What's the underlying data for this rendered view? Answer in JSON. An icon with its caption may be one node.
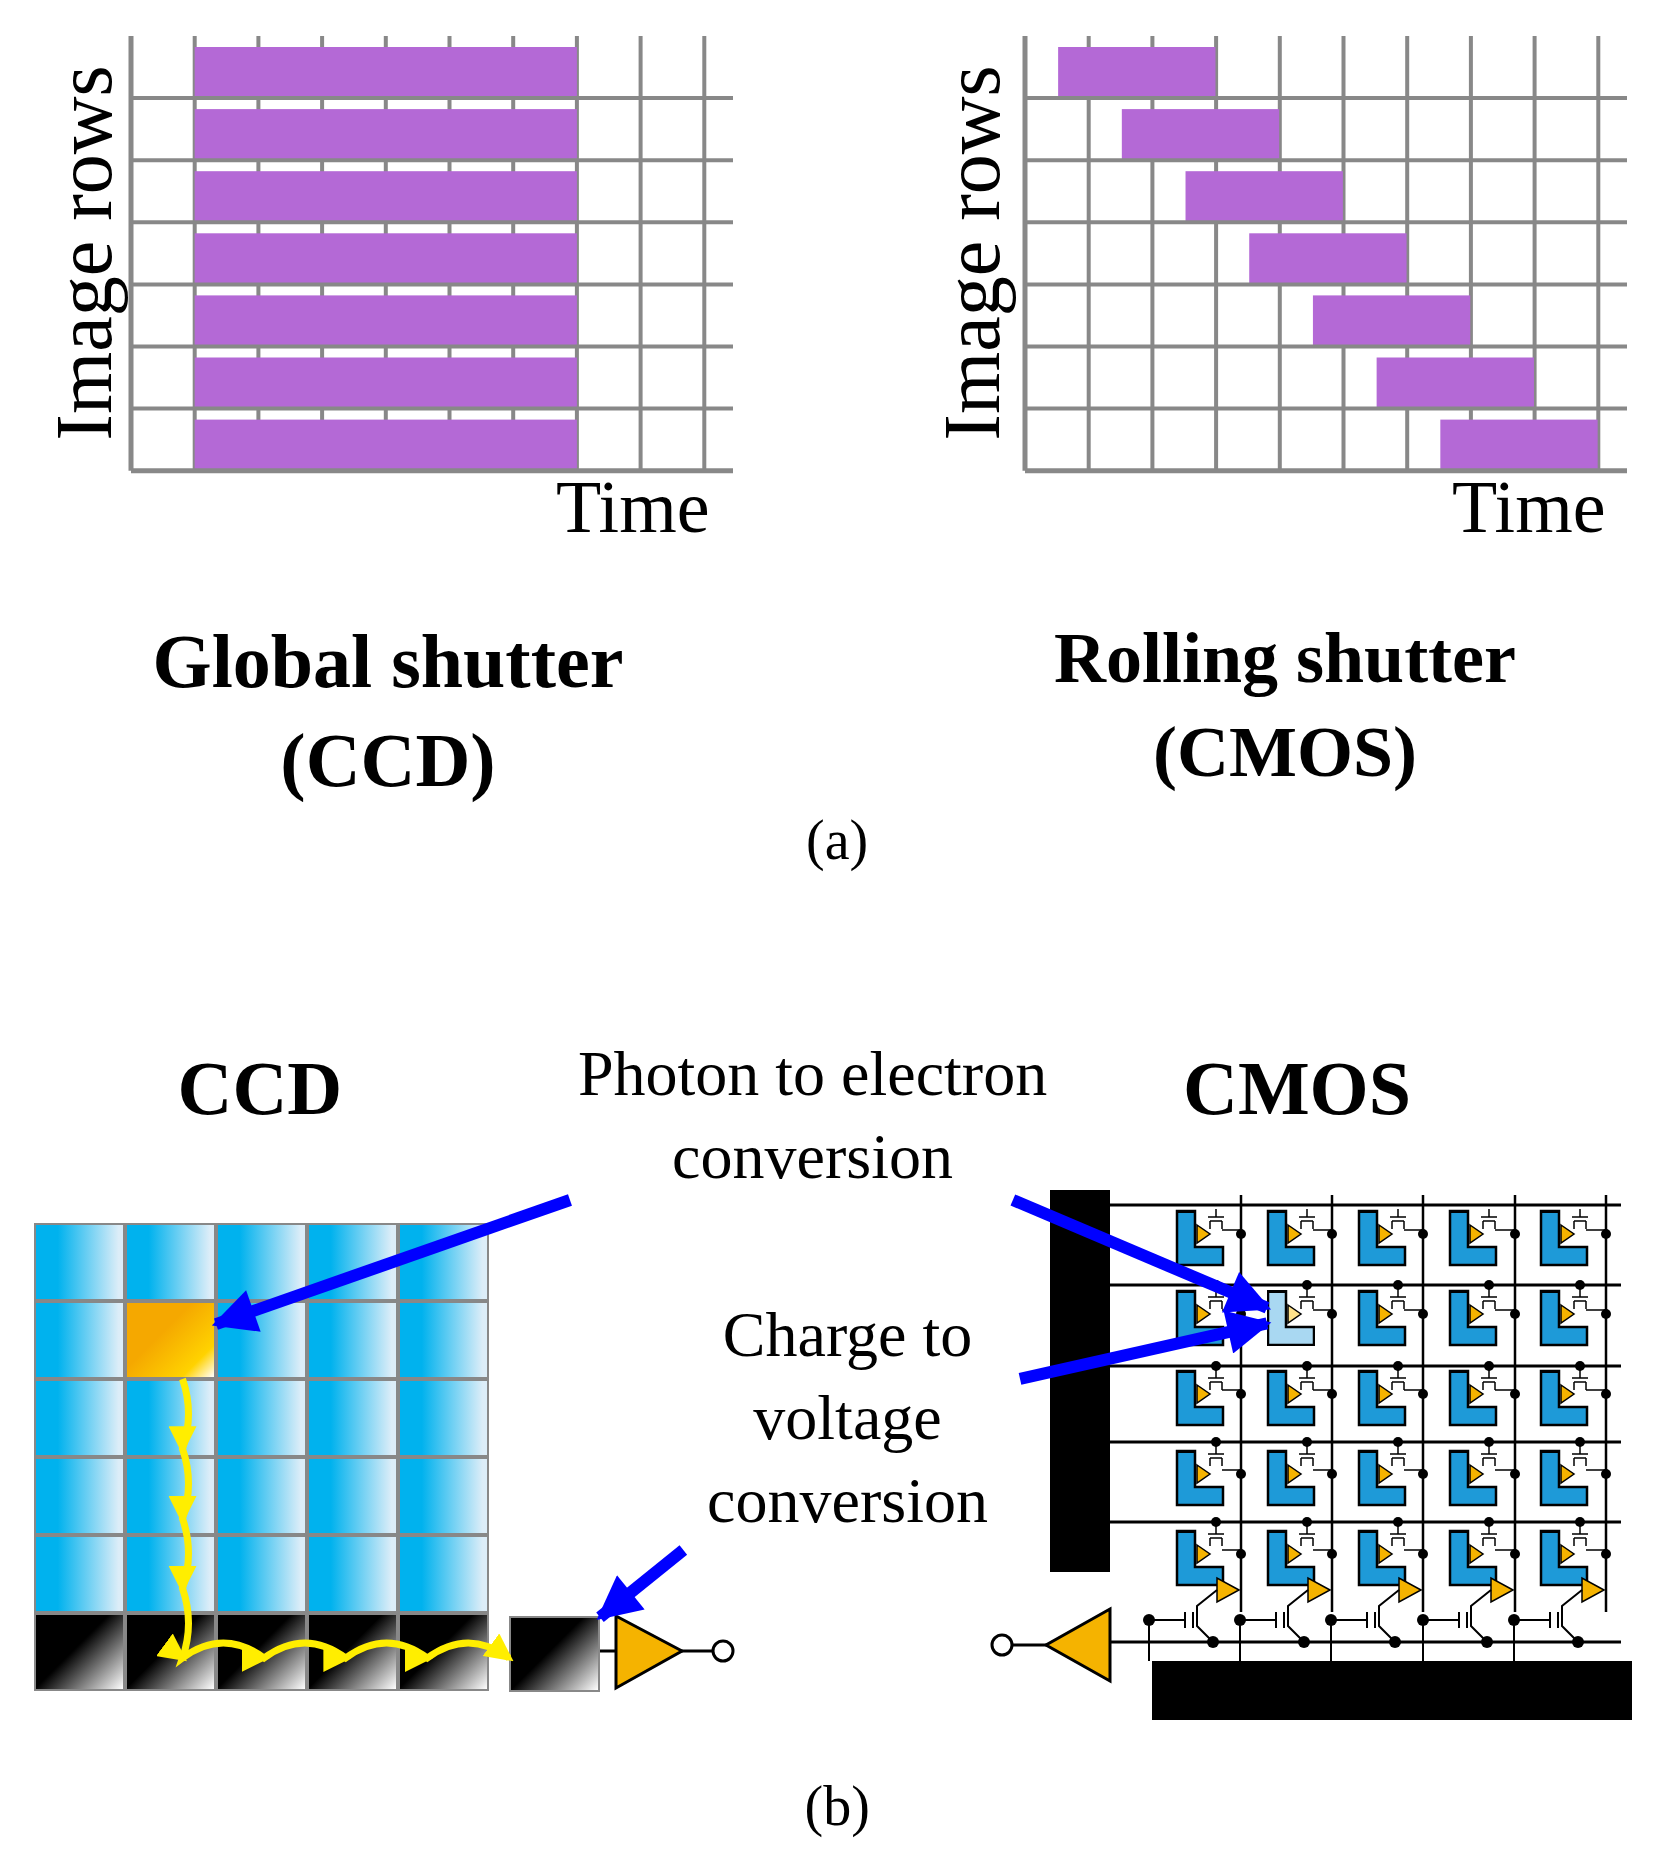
{
  "diagram": {
    "nodes": [
      {
        "text": [
          "Photon to electron conversion"
        ]
      },
      {
        "text": [
          "Charge to voltage conversion"
        ]
      },
      {
        "text": [],
        "shape": "box"
      },
      {
        "text": [],
        "shape": "box"
      },
      {
        "text": [],
        "shape": "box"
      }
    ],
    "edges": [
      {
        "from": 0,
        "to": 2,
        "arrow": "to"
      },
      {
        "from": 0,
        "to": 4,
        "arrow": "to"
      },
      {
        "from": 1,
        "to": 3,
        "arrow": "to"
      },
      {
        "from": 1,
        "to": 4,
        "arrow": "to"
      },
      {
        "from": 2,
        "to": 3,
        "arrow": "to",
        "color": "#ffee00"
      }
    ],
    "labels": [
      "Image rows",
      "Time",
      "Image rows",
      "Time",
      "Global shutter (CCD)",
      "Rolling shutter (CMOS)",
      "(a)",
      "CCD",
      "CMOS",
      "(b)"
    ]
  }
}
